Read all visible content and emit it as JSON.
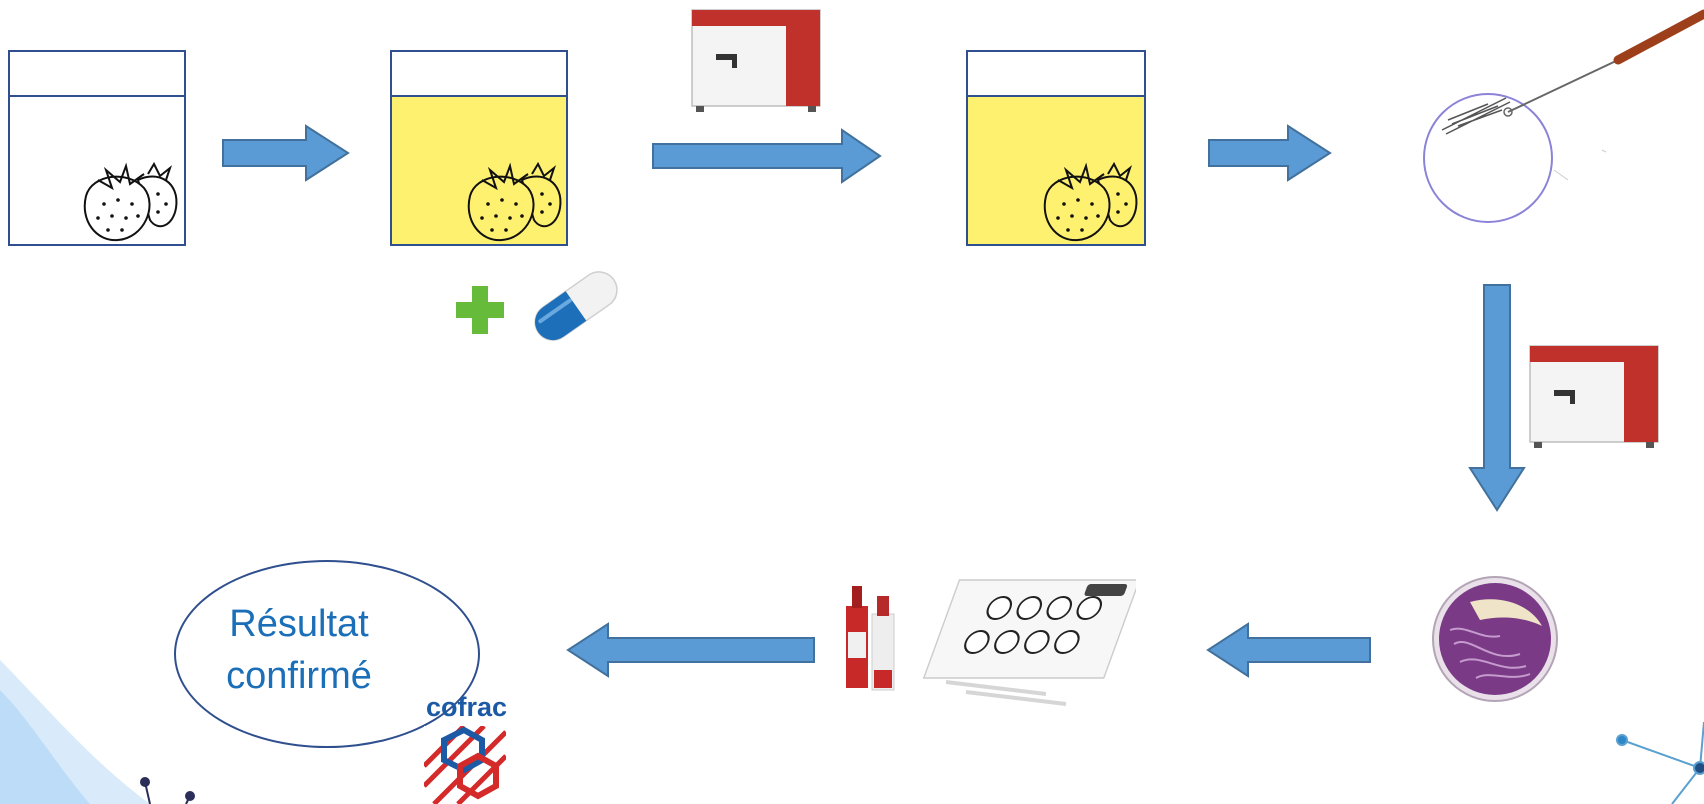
{
  "result": {
    "line1": "Résultat",
    "line2": "confirmé"
  },
  "logo": {
    "text": "cofrac"
  },
  "colors": {
    "arrow_fill": "#5b9bd5",
    "arrow_stroke": "#41719c",
    "beaker_border": "#2f4f8f",
    "enrichment_liquid": "#fff170",
    "result_text": "#1b6fb8",
    "incubator_red": "#c0312b",
    "petri_violet": "#7a3a86",
    "supplement_green": "#66bb3a",
    "capsule_blue": "#1c6fb8"
  },
  "icons": [
    "strawberry-icon",
    "incubator-icon",
    "petri-dish-icon",
    "inoculation-loop-icon",
    "capsule-icon",
    "plus-icon",
    "latex-agglutination-kit-icon",
    "cofrac-logo-icon"
  ]
}
